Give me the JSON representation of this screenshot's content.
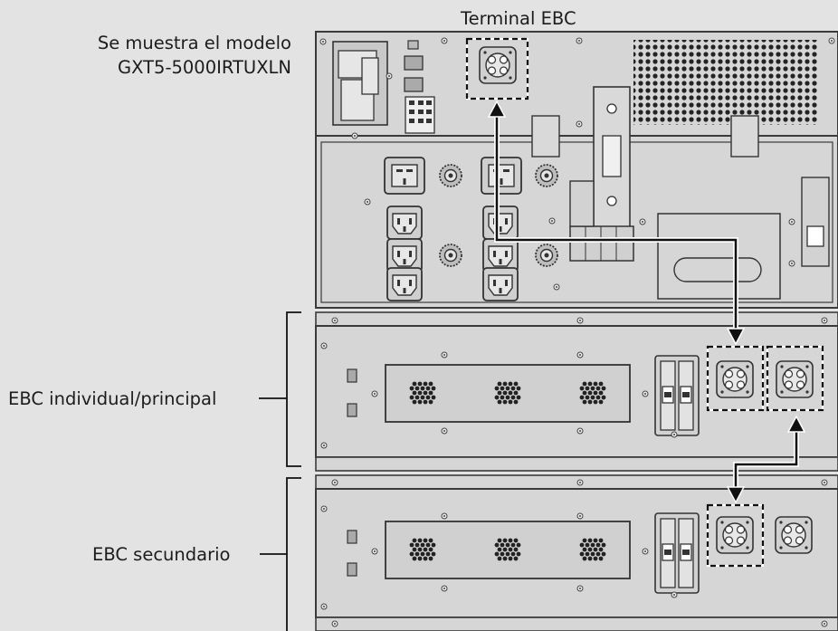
{
  "labels": {
    "terminal": "Terminal EBC",
    "model_line1": "Se muestra el modelo",
    "model_line2": "GXT5-5000IRTUXLN",
    "ebc_primary": "EBC individual/principal",
    "ebc_secondary": "EBC secundario"
  },
  "colors": {
    "background": "#e3e3e3",
    "panel": "#d6d6d6",
    "panel_dark": "#c8c8c8",
    "outline": "#3a3a3a",
    "connector": "#111111",
    "highlight_box": "#ffffff"
  },
  "icons": [
    "ebc-connector-icon",
    "ac-outlet-icon",
    "breaker-icon",
    "vent-grille-icon",
    "screw-icon",
    "arrow-icon"
  ]
}
